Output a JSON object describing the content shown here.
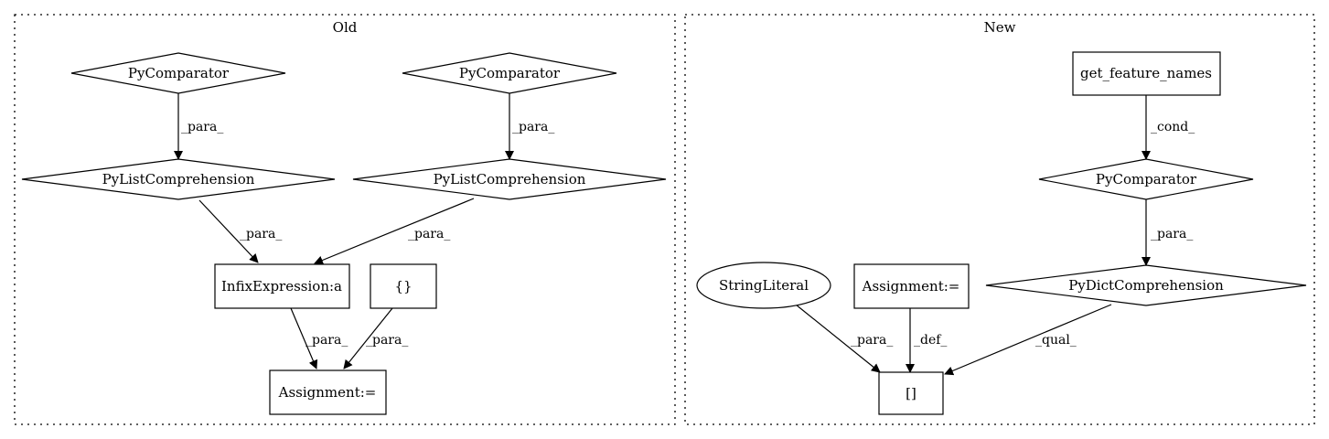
{
  "clusters": {
    "old": {
      "label": "Old"
    },
    "new": {
      "label": "New"
    }
  },
  "nodes": {
    "old_cmp1": {
      "label": "PyComparator",
      "shape": "diamond"
    },
    "old_cmp2": {
      "label": "PyComparator",
      "shape": "diamond"
    },
    "old_list1": {
      "label": "PyListComprehension",
      "shape": "diamond"
    },
    "old_list2": {
      "label": "PyListComprehension",
      "shape": "diamond"
    },
    "old_infix": {
      "label": "InfixExpression:a",
      "shape": "box"
    },
    "old_braces": {
      "label": "{}",
      "shape": "box"
    },
    "old_assign": {
      "label": "Assignment:=",
      "shape": "box"
    },
    "new_getfeat": {
      "label": "get_feature_names",
      "shape": "box"
    },
    "new_cmp": {
      "label": "PyComparator",
      "shape": "diamond"
    },
    "new_dict": {
      "label": "PyDictComprehension",
      "shape": "diamond"
    },
    "new_string": {
      "label": "StringLiteral",
      "shape": "ellipse"
    },
    "new_assign": {
      "label": "Assignment:=",
      "shape": "box"
    },
    "new_index": {
      "label": "[]",
      "shape": "box"
    }
  },
  "edges": {
    "e1": {
      "from": "old_cmp1",
      "to": "old_list1",
      "label": "_para_"
    },
    "e2": {
      "from": "old_cmp2",
      "to": "old_list2",
      "label": "_para_"
    },
    "e3": {
      "from": "old_list1",
      "to": "old_infix",
      "label": "_para_"
    },
    "e4": {
      "from": "old_list2",
      "to": "old_infix",
      "label": "_para_"
    },
    "e5": {
      "from": "old_infix",
      "to": "old_assign",
      "label": "_para_"
    },
    "e6": {
      "from": "old_braces",
      "to": "old_assign",
      "label": "_para_"
    },
    "e7": {
      "from": "new_getfeat",
      "to": "new_cmp",
      "label": "_cond_"
    },
    "e8": {
      "from": "new_cmp",
      "to": "new_dict",
      "label": "_para_"
    },
    "e9": {
      "from": "new_string",
      "to": "new_index",
      "label": "_para_"
    },
    "e10": {
      "from": "new_assign",
      "to": "new_index",
      "label": "_def_"
    },
    "e11": {
      "from": "new_dict",
      "to": "new_index",
      "label": "_qual_"
    }
  }
}
